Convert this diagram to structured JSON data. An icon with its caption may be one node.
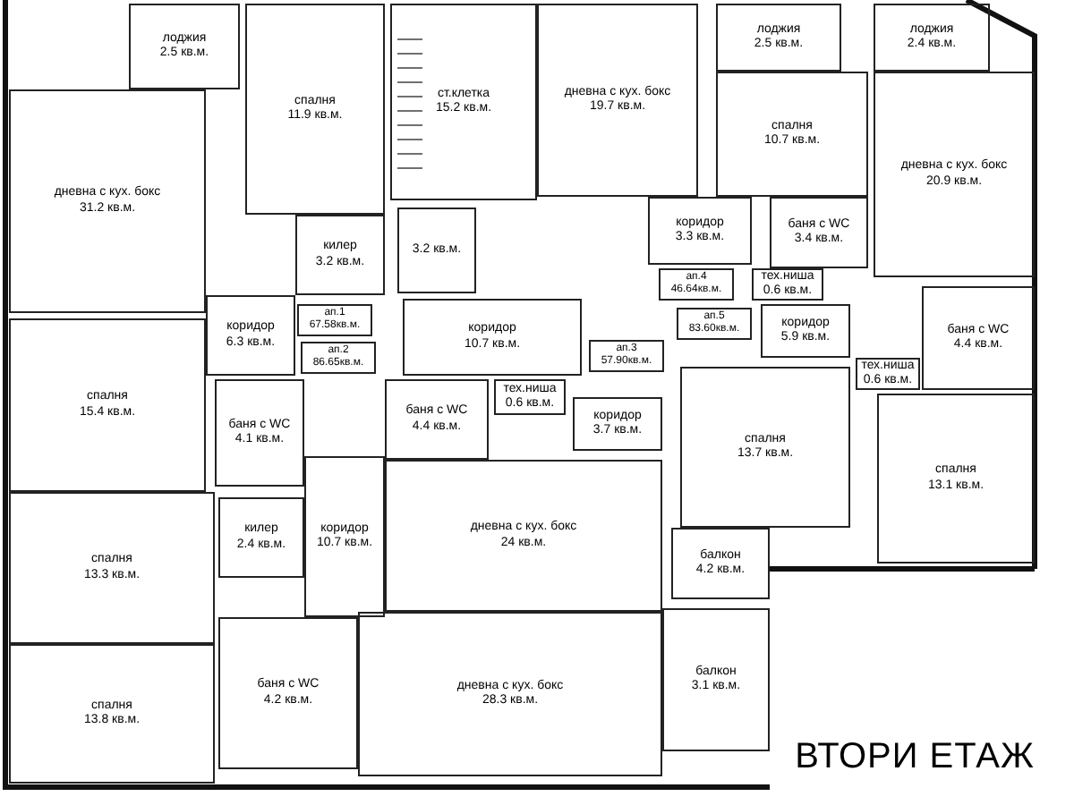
{
  "diagram": {
    "title": "ВТОРИ ЕТАЖ",
    "nodes": [
      {
        "text": [
          "лоджия",
          "2.5 кв.м."
        ]
      },
      {
        "text": [
          "дневна с кух. бокс",
          "31.2 кв.м."
        ]
      },
      {
        "text": [
          "спалня",
          "11.9 кв.м."
        ]
      },
      {
        "text": [
          "килер",
          "3.2 кв.м."
        ]
      },
      {
        "text": [
          "ст.клетка",
          "15.2 кв.м."
        ]
      },
      {
        "text": [
          "3.2 кв.м."
        ]
      },
      {
        "text": [
          "дневна с кух. бокс",
          "19.7 кв.м."
        ]
      },
      {
        "text": [
          "коридор",
          "3.3 кв.м."
        ]
      },
      {
        "text": [
          "лоджия",
          "2.5 кв.м."
        ]
      },
      {
        "text": [
          "спалня",
          "10.7 кв.м."
        ]
      },
      {
        "text": [
          "баня с WC",
          "3.4 кв.м."
        ]
      },
      {
        "text": [
          "лоджия",
          "2.4 кв.м."
        ]
      },
      {
        "text": [
          "дневна с кух. бокс",
          "20.9 кв.м."
        ]
      },
      {
        "text": [
          "тех.ниша",
          "0.6 кв.м."
        ]
      },
      {
        "text": [
          "коридор",
          "5.9 кв.м."
        ]
      },
      {
        "text": [
          "тех.ниша",
          "0.6 кв.м."
        ]
      },
      {
        "text": [
          "баня с WC",
          "4.4 кв.м."
        ]
      },
      {
        "text": [
          "коридор",
          "10.7 кв.м."
        ]
      },
      {
        "text": [
          "тех.ниша",
          "0.6 кв.м."
        ]
      },
      {
        "text": [
          "баня с WC",
          "4.4 кв.м."
        ]
      },
      {
        "text": [
          "коридор",
          "3.7 кв.м."
        ]
      },
      {
        "text": [
          "спалня",
          "13.7 кв.м."
        ]
      },
      {
        "text": [
          "спалня",
          "13.1 кв.м."
        ]
      },
      {
        "text": [
          "балкон",
          "4.2 кв.м."
        ]
      },
      {
        "text": [
          "дневна с кух. бокс",
          "24 кв.м."
        ]
      },
      {
        "text": [
          "коридор",
          "6.3 кв.м."
        ]
      },
      {
        "text": [
          "спалня",
          "15.4 кв.м."
        ]
      },
      {
        "text": [
          "баня с WC",
          "4.1 кв.м."
        ]
      },
      {
        "text": [
          "килер",
          "2.4 кв.м."
        ]
      },
      {
        "text": [
          "коридор",
          "10.7 кв.м."
        ]
      },
      {
        "text": [
          "спалня",
          "13.3 кв.м."
        ]
      },
      {
        "text": [
          "спалня",
          "13.8 кв.м."
        ]
      },
      {
        "text": [
          "баня с WC",
          "4.2 кв.м."
        ]
      },
      {
        "text": [
          "дневна с кух. бокс",
          "28.3 кв.м."
        ]
      },
      {
        "text": [
          "балкон",
          "3.1 кв.м."
        ]
      },
      {
        "text": [
          "ап.1",
          "67.58кв.м."
        ]
      },
      {
        "text": [
          "ап.2",
          "86.65кв.м."
        ]
      },
      {
        "text": [
          "ап.3",
          "57.90кв.м."
        ]
      },
      {
        "text": [
          "ап.4",
          "46.64кв.м."
        ]
      },
      {
        "text": [
          "ап.5",
          "83.60кв.м."
        ]
      }
    ]
  }
}
